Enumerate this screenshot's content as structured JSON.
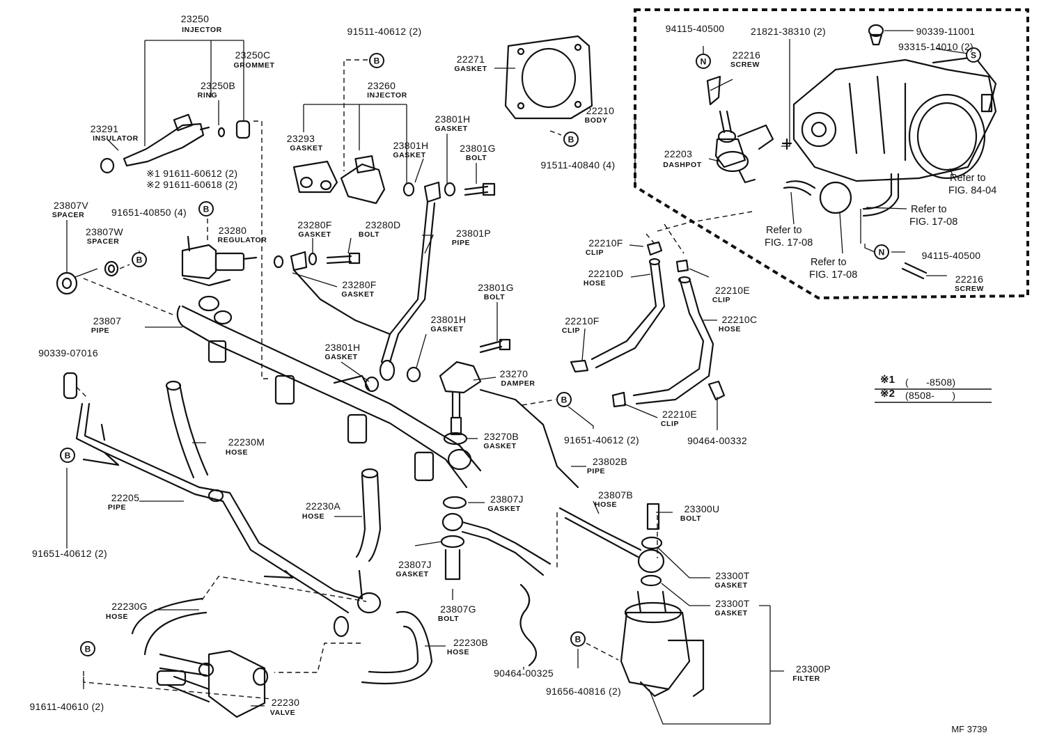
{
  "diagram_code": "MF 3739",
  "notes": [
    {
      "mark": "※1",
      "range": "(      -8508)"
    },
    {
      "mark": "※2",
      "range": "(8508-      )"
    }
  ],
  "badge_letters": {
    "B": "B",
    "N": "N",
    "S": "S"
  },
  "parts": {
    "p23250": {
      "number": "23250",
      "name": "INJECTOR"
    },
    "p23250c": {
      "number": "23250C",
      "name": "GROMMET"
    },
    "p23250b": {
      "number": "23250B",
      "name": "RING"
    },
    "p23291": {
      "number": "23291",
      "name": "INSULATOR"
    },
    "p91611a": {
      "number": "※1 91611-60612 (2)"
    },
    "p91611b": {
      "number": "※2 91611-60618 (2)"
    },
    "p23807v": {
      "number": "23807V",
      "name": "SPACER"
    },
    "p91651_40850": {
      "number": "91651-40850 (4)"
    },
    "p23807w": {
      "number": "23807W",
      "name": "SPACER"
    },
    "p23280": {
      "number": "23280",
      "name": "REGULATOR"
    },
    "p23807": {
      "number": "23807",
      "name": "PIPE"
    },
    "p90339_07016": {
      "number": "90339-07016"
    },
    "p22230m": {
      "number": "22230M",
      "name": "HOSE"
    },
    "p91651_40612_left": {
      "number": "91651-40612 (2)"
    },
    "p22205": {
      "number": "22205",
      "name": "PIPE"
    },
    "p22230a": {
      "number": "22230A",
      "name": "HOSE"
    },
    "p22230g": {
      "number": "22230G",
      "name": "HOSE"
    },
    "p22230b": {
      "number": "22230B",
      "name": "HOSE"
    },
    "p91611_40610": {
      "number": "91611-40610 (2)"
    },
    "p22230": {
      "number": "22230",
      "name": "VALVE"
    },
    "p91511_40612": {
      "number": "91511-40612 (2)"
    },
    "p23260": {
      "number": "23260",
      "name": "INJECTOR"
    },
    "p23293": {
      "number": "23293",
      "name": "GASKET"
    },
    "p23801h_1": {
      "number": "23801H",
      "name": "GASKET"
    },
    "p23801h_2": {
      "number": "23801H",
      "name": "GASKET"
    },
    "p23801g_1": {
      "number": "23801G",
      "name": "BOLT"
    },
    "p23280f_1": {
      "number": "23280F",
      "name": "GASKET"
    },
    "p23280d": {
      "number": "23280D",
      "name": "BOLT"
    },
    "p23801p": {
      "number": "23801P",
      "name": "PIPE"
    },
    "p23280f_2": {
      "number": "23280F",
      "name": "GASKET"
    },
    "p23801g_2": {
      "number": "23801G",
      "name": "BOLT"
    },
    "p23801h_3": {
      "number": "23801H",
      "name": "GASKET"
    },
    "p23801h_4": {
      "number": "23801H",
      "name": "GASKET"
    },
    "p23270": {
      "number": "23270",
      "name": "DAMPER"
    },
    "p23270b": {
      "number": "23270B",
      "name": "GASKET"
    },
    "p91651_40612_mid": {
      "number": "91651-40612 (2)"
    },
    "p23802b": {
      "number": "23802B",
      "name": "PIPE"
    },
    "p23807j_1": {
      "number": "23807J",
      "name": "GASKET"
    },
    "p23807j_2": {
      "number": "23807J",
      "name": "GASKET"
    },
    "p23807g": {
      "number": "23807G",
      "name": "BOLT"
    },
    "p90464_00325": {
      "number": "90464-00325"
    },
    "p22271": {
      "number": "22271",
      "name": "GASKET"
    },
    "p91511_40840": {
      "number": "91511-40840 (4)"
    },
    "p22210f_1": {
      "number": "22210F",
      "name": "CLIP"
    },
    "p22210d": {
      "number": "22210D",
      "name": "HOSE"
    },
    "p22210e_1": {
      "number": "22210E",
      "name": "CLIP"
    },
    "p22210c": {
      "number": "22210C",
      "name": "HOSE"
    },
    "p22210f_2": {
      "number": "22210F",
      "name": "CLIP"
    },
    "p22210e_2": {
      "number": "22210E",
      "name": "CLIP"
    },
    "p90464_00332": {
      "number": "90464-00332"
    },
    "p23807b": {
      "number": "23807B",
      "name": "HOSE"
    },
    "p23300u": {
      "number": "23300U",
      "name": "BOLT"
    },
    "p23300t_1": {
      "number": "23300T",
      "name": "GASKET"
    },
    "p23300t_2": {
      "number": "23300T",
      "name": "GASKET"
    },
    "p23300p": {
      "number": "23300P",
      "name": "FILTER"
    },
    "p91656_40816": {
      "number": "91656-40816 (2)"
    },
    "p94115_40500_a": {
      "number": "94115-40500"
    },
    "p21821": {
      "number": "21821-38310 (2)"
    },
    "p22216_a": {
      "number": "22216",
      "name": "SCREW"
    },
    "p90339_11001": {
      "number": "90339-11001"
    },
    "p93315": {
      "number": "93315-14010 (2)"
    },
    "p22210": {
      "number": "22210",
      "name": "BODY"
    },
    "p22203": {
      "number": "22203",
      "name": "DASHPOT"
    },
    "p94115_40500_b": {
      "number": "94115-40500"
    },
    "p22216_b": {
      "number": "22216",
      "name": "SCREW"
    }
  },
  "refs": {
    "r84_04": {
      "line1": "Refer to",
      "line2": "FIG. 84-04"
    },
    "r17_08_a": {
      "line1": "Refer to",
      "line2": "FIG. 17-08"
    },
    "r17_08_b": {
      "line1": "Refer to",
      "line2": "FIG. 17-08"
    },
    "r17_08_c": {
      "line1": "Refer to",
      "line2": "FIG. 17-08"
    }
  }
}
